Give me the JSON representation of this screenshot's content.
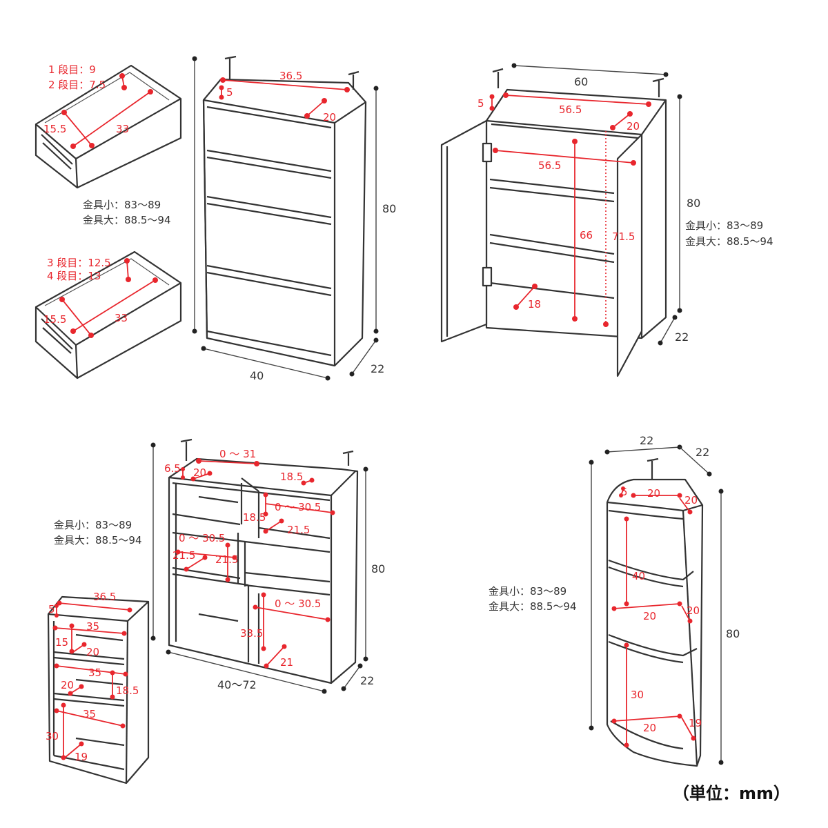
{
  "unit_label": "（単位：mm）",
  "drawers": {
    "top": {
      "row1": "1 段目：9",
      "row2": "2 段目：7.5",
      "depth": "15.5",
      "width": "33"
    },
    "bottom": {
      "row1": "3 段目：12.5",
      "row2": "4 段目：13",
      "depth": "15.5",
      "width": "33"
    }
  },
  "chest": {
    "top_width": "36.5",
    "top_front": "5",
    "top_depth": "20",
    "height": "80",
    "width": "40",
    "depth": "22",
    "bracket_small": "金具小：83～89",
    "bracket_large": "金具大：88.5～94"
  },
  "cabinet": {
    "outer_width": "60",
    "top_front": "5",
    "top_width": "56.5",
    "top_depth": "20",
    "inner_width": "56.5",
    "inner_height": "66",
    "door_height": "71.5",
    "shelf_depth": "18",
    "height": "80",
    "depth": "22",
    "bracket_small": "金具小：83～89",
    "bracket_large": "金具大：88.5～94"
  },
  "expandable": {
    "bracket_small": "金具小：83～89",
    "bracket_large": "金具大：88.5～94",
    "labels": {
      "a": "6.5",
      "b": "20",
      "c": "0 ～ 31",
      "d": "18.5",
      "e": "18.5",
      "f": "0 ～ 30.5",
      "g": "21.5",
      "h": "0 ～ 30.5",
      "i": "21.5",
      "j": "21.5",
      "k": "0 ～ 30.5",
      "l": "33.5",
      "m": "21"
    },
    "height": "80",
    "width": "40～72",
    "depth": "22"
  },
  "small_shelf": {
    "labels": {
      "a": "36.5",
      "b": "5",
      "c": "35",
      "d": "15",
      "e": "20",
      "f": "35",
      "g": "20",
      "h": "18.5",
      "i": "35",
      "j": "30",
      "k": "19"
    }
  },
  "corner": {
    "top_width": "22",
    "top_depth": "22",
    "front": "5",
    "inner_w": "20",
    "inner_d": "20",
    "height_inner": "40",
    "shelf_w": "20",
    "shelf_d": "20",
    "low_h": "30",
    "bottom_w": "20",
    "bottom_d": "19",
    "height": "80",
    "bracket_small": "金具小：83～89",
    "bracket_large": "金具大：88.5～94"
  }
}
